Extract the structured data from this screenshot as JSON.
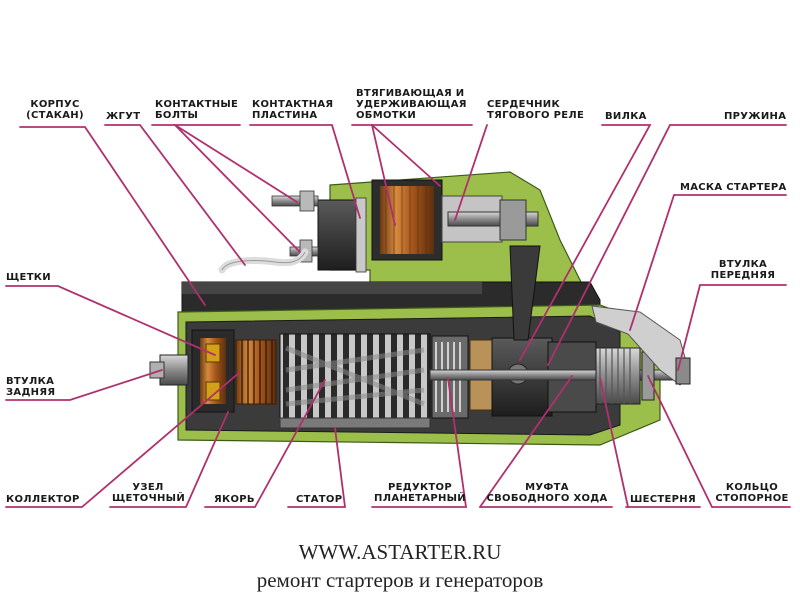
{
  "labels": {
    "korpus": "КОРПУС\n(СТАКАН)",
    "zhgut": "ЖГУТ",
    "kontaktnye_bolty": "КОНТАКТНЫЕ\nБОЛТЫ",
    "kontaktnaya_plastina": "КОНТАКТНАЯ\nПЛАСТИНА",
    "obmotki": "ВТЯГИВАЮЩАЯ И\nУДЕРЖИВАЮЩАЯ\nОБМОТКИ",
    "serdechnik": "СЕРДЕЧНИК\nТЯГОВОГО РЕЛЕ",
    "vilka": "ВИЛКА",
    "pruzhina": "ПРУЖИНА",
    "maska": "МАСКА СТАРТЕРА",
    "vtulka_perednyaya": "ВТУЛКА\nПЕРЕДНЯЯ",
    "shchetki": "ЩЕТКИ",
    "vtulka_zadnyaya": "ВТУЛКА\nЗАДНЯЯ",
    "kollektor": "КОЛЛЕКТОР",
    "uzel": "УЗЕЛ\nЩЕТОЧНЫЙ",
    "yakor": "ЯКОРЬ",
    "stator": "СТАТОР",
    "reduktor": "РЕДУКТОР\nПЛАНЕТАРНЫЙ",
    "mufta": "МУФТА\nСВОБОДНОГО ХОДА",
    "shesternya": "ШЕСТЕРНЯ",
    "koltso": "КОЛЬЦО\nСТОПОРНОЕ"
  },
  "footer": {
    "site": "WWW.ASTARTER.RU",
    "subtitle": "ремонт стартеров и генераторов"
  },
  "colors": {
    "leader_line": "#b0306e",
    "housing_green": "#9bbf4a",
    "copper": "#b5651d",
    "steel": "#8a8a8a",
    "dark_metal": "#2e2e2e"
  }
}
